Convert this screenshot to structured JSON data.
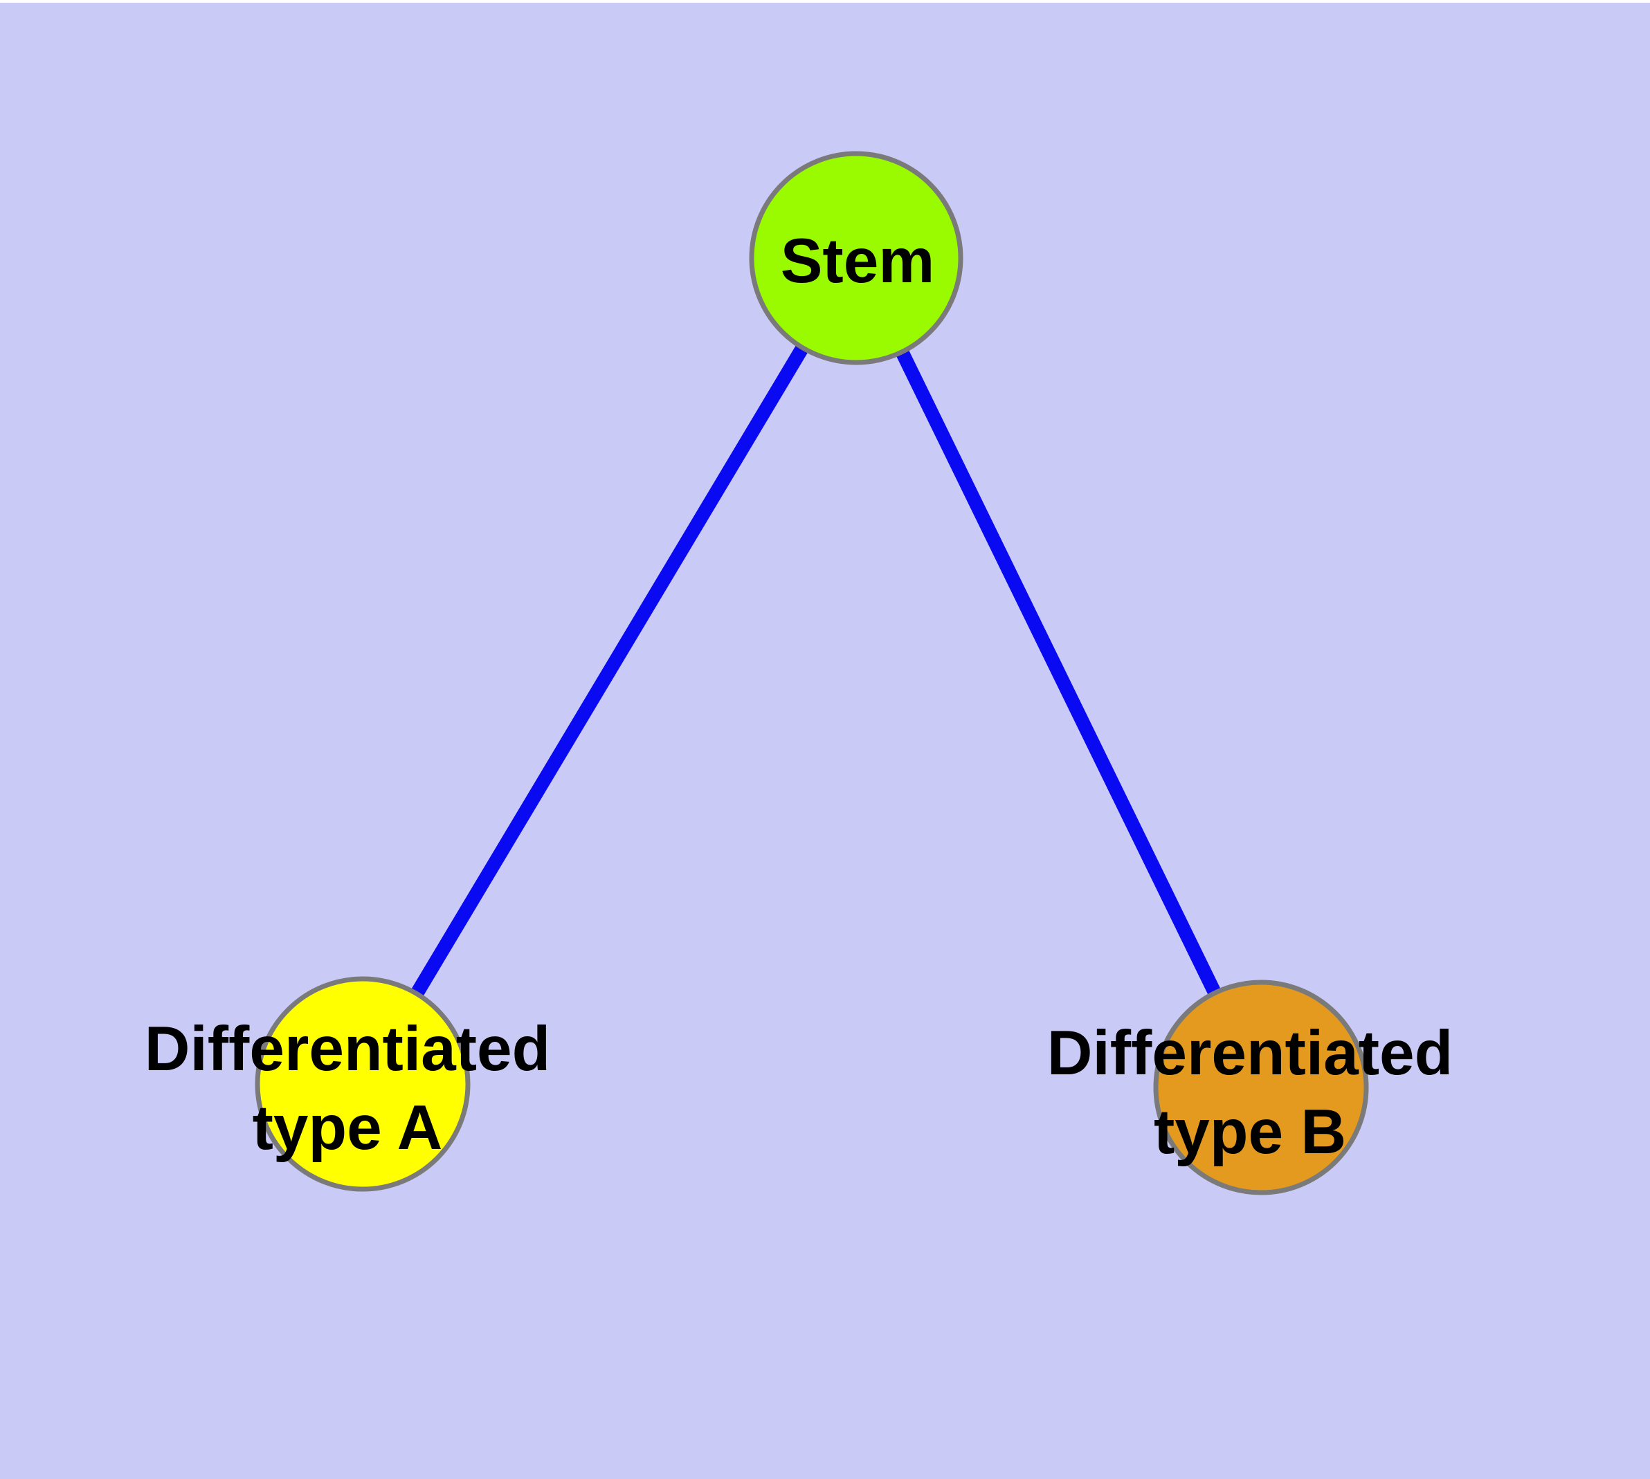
{
  "diagram": {
    "background_color": "#CACAF7",
    "top_edge_color": "#FFFFFF",
    "edge_color": "#0909F2",
    "node_border_color": "#7A7A7A",
    "text_color": "#000000",
    "nodes": {
      "stem": {
        "label": "Stem",
        "fill": "#9AFB00"
      },
      "type_a": {
        "label": "Differentiated type A",
        "line1": "Differentiated",
        "line2": "type A",
        "fill": "#FFFF00"
      },
      "type_b": {
        "label": "Differentiated type B",
        "line1": "Differentiated",
        "line2": "type B",
        "fill": "#E49A1E"
      }
    },
    "edges": [
      {
        "from": "Stem",
        "to": "Differentiated type A"
      },
      {
        "from": "Stem",
        "to": "Differentiated type B"
      }
    ]
  }
}
